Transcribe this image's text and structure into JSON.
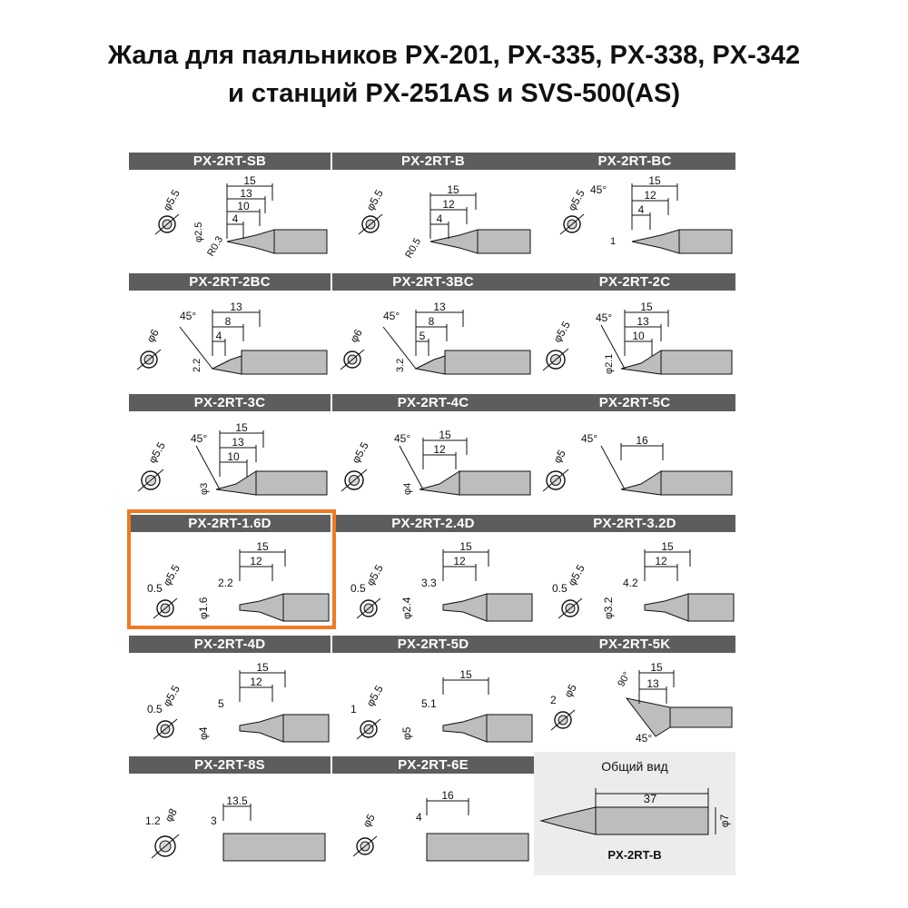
{
  "title": {
    "line1": "Жала для паяльников PX-201, PX-335, PX-338, PX-342",
    "line2": "и станций PX-251AS и SVS-500(AS)"
  },
  "tips": [
    {
      "name": "PX-2RT-SB",
      "dims": [
        "φ5.5",
        "φ2.5",
        "R0.3",
        "4",
        "10",
        "13",
        "15"
      ],
      "shape": "sb"
    },
    {
      "name": "PX-2RT-B",
      "dims": [
        "φ5.5",
        "R0.5",
        "4",
        "12",
        "15"
      ],
      "shape": "b"
    },
    {
      "name": "PX-2RT-BC",
      "dims": [
        "φ5.5",
        "45°",
        "1",
        "4",
        "12",
        "15"
      ],
      "shape": "bc"
    },
    {
      "name": "PX-2RT-2BC",
      "dims": [
        "φ6",
        "45°",
        "2.2",
        "4",
        "8",
        "13"
      ],
      "shape": "bc2"
    },
    {
      "name": "PX-2RT-3BC",
      "dims": [
        "φ6",
        "45°",
        "3.2",
        "5",
        "8",
        "13"
      ],
      "shape": "bc2"
    },
    {
      "name": "PX-2RT-2C",
      "dims": [
        "φ5.5",
        "45°",
        "φ2.1",
        "10",
        "13",
        "15"
      ],
      "shape": "c"
    },
    {
      "name": "PX-2RT-3C",
      "dims": [
        "φ5.5",
        "45°",
        "φ3",
        "10",
        "13",
        "15"
      ],
      "shape": "c"
    },
    {
      "name": "PX-2RT-4C",
      "dims": [
        "φ5.5",
        "45°",
        "φ4",
        "12",
        "15"
      ],
      "shape": "c"
    },
    {
      "name": "PX-2RT-5C",
      "dims": [
        "φ5",
        "45°",
        "16"
      ],
      "shape": "c5"
    },
    {
      "name": "PX-2RT-1.6D",
      "dims": [
        "0.5",
        "φ5.5",
        "2.2",
        "φ1.6",
        "12",
        "15"
      ],
      "shape": "d"
    },
    {
      "name": "PX-2RT-2.4D",
      "dims": [
        "0.5",
        "φ5.5",
        "3.3",
        "φ2.4",
        "12",
        "15"
      ],
      "shape": "d"
    },
    {
      "name": "PX-2RT-3.2D",
      "dims": [
        "0.5",
        "φ5.5",
        "4.2",
        "φ3.2",
        "12",
        "15"
      ],
      "shape": "d"
    },
    {
      "name": "PX-2RT-4D",
      "dims": [
        "0.5",
        "φ5.5",
        "5",
        "φ4",
        "12",
        "15"
      ],
      "shape": "d"
    },
    {
      "name": "PX-2RT-5D",
      "dims": [
        "1",
        "φ5.5",
        "5.1",
        "φ5",
        "15"
      ],
      "shape": "d"
    },
    {
      "name": "PX-2RT-5K",
      "dims": [
        "2",
        "φ5",
        "90°",
        "45°",
        "13",
        "15"
      ],
      "shape": "k"
    },
    {
      "name": "PX-2RT-8S",
      "dims": [
        "1.2",
        "φ8",
        "3",
        "13.5"
      ],
      "shape": "s"
    },
    {
      "name": "PX-2RT-6E",
      "dims": [
        "φ5",
        "4",
        "16"
      ],
      "shape": "e"
    }
  ],
  "overview": {
    "title": "Общий вид",
    "code": "PX-2RT-B",
    "length": "37",
    "diameter": "φ7"
  },
  "colors": {
    "header_bg": "#5d5d5d",
    "highlight": "#f07a22",
    "overview_bg": "#ececec",
    "tip_fill": "#bdbdbd"
  },
  "highlighted_tip": "PX-2RT-1.6D"
}
